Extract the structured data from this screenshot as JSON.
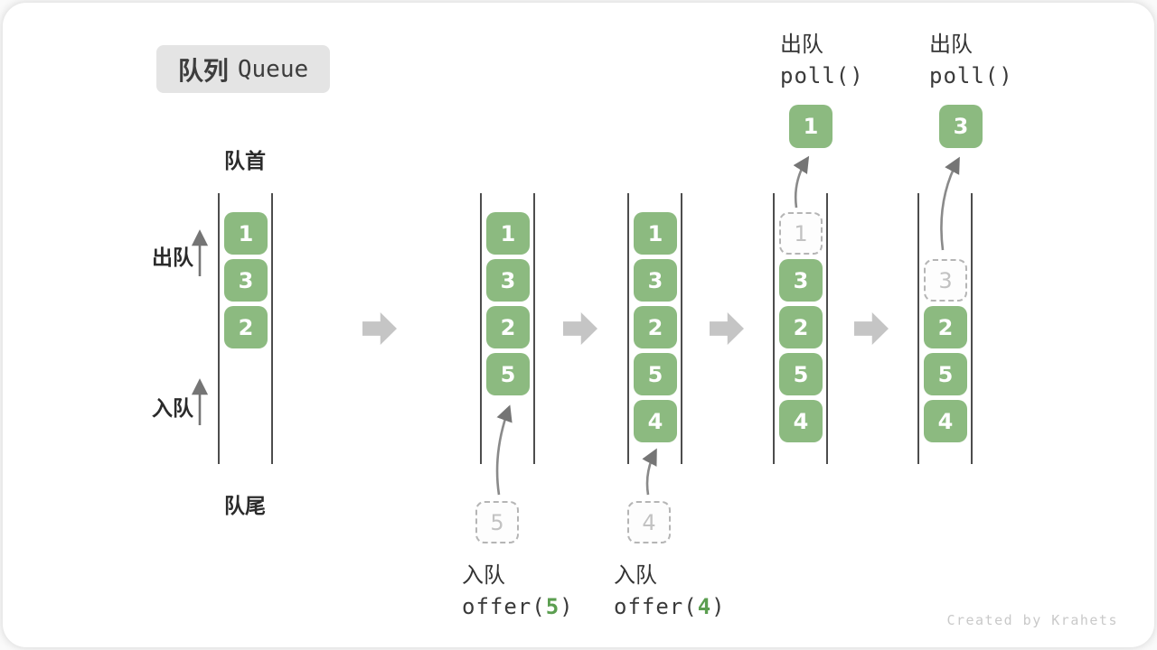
{
  "title": {
    "zh": "队列",
    "en": "Queue"
  },
  "side_labels": {
    "front": "队首",
    "rear": "队尾",
    "dequeue": "出队",
    "enqueue": "入队"
  },
  "queues": [
    {
      "cells": [
        {
          "value": "1"
        },
        {
          "value": "3"
        },
        {
          "value": "2"
        }
      ]
    },
    {
      "cells": [
        {
          "value": "1"
        },
        {
          "value": "3"
        },
        {
          "value": "2"
        },
        {
          "value": "5"
        }
      ],
      "incoming": {
        "value": "5"
      },
      "op": {
        "action": "入队",
        "code_prefix": "offer(",
        "arg": "5",
        "code_suffix": ")"
      }
    },
    {
      "cells": [
        {
          "value": "1"
        },
        {
          "value": "3"
        },
        {
          "value": "2"
        },
        {
          "value": "5"
        },
        {
          "value": "4"
        }
      ],
      "incoming": {
        "value": "4"
      },
      "op": {
        "action": "入队",
        "code_prefix": "offer(",
        "arg": "4",
        "code_suffix": ")"
      }
    },
    {
      "cells": [
        {
          "value": "1",
          "ghost": true
        },
        {
          "value": "3"
        },
        {
          "value": "2"
        },
        {
          "value": "5"
        },
        {
          "value": "4"
        }
      ],
      "outgoing": {
        "value": "1"
      },
      "op": {
        "action": "出队",
        "code": "poll()"
      }
    },
    {
      "cells": [
        {
          "value": "3",
          "ghost": true
        },
        {
          "value": "2"
        },
        {
          "value": "5"
        },
        {
          "value": "4"
        }
      ],
      "outgoing": {
        "value": "3"
      },
      "op": {
        "action": "出队",
        "code": "poll()"
      }
    }
  ],
  "watermark": "Created by Krahets",
  "colors": {
    "cell_green": "#8cba80",
    "code_green": "#5b9e50",
    "rail_dark": "#4d4d4d",
    "step_arrow_gray": "#c5c5c5",
    "thin_arrow_gray": "#757575",
    "badge_bg": "#e4e4e4"
  }
}
